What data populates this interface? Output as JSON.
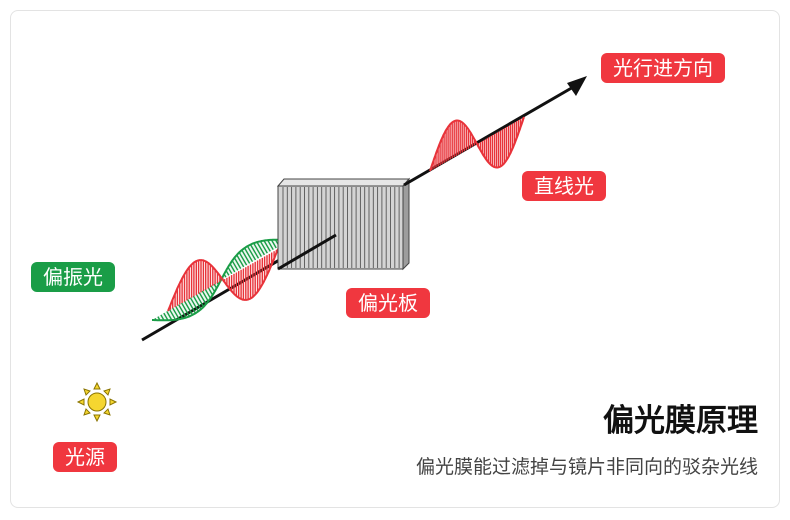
{
  "labels": {
    "direction": "光行进方向",
    "linear_light": "直线光",
    "polarizer": "偏光板",
    "polarized_light": "偏振光",
    "light_source": "光源"
  },
  "title": "偏光膜原理",
  "subtitle": "偏光膜能过滤掉与镜片非同向的驳杂光线",
  "colors": {
    "red_tag": "#f0373f",
    "green_tag": "#1a9d47",
    "wave_red": "#e8333a",
    "wave_green": "#1a9d47",
    "sun": "#f5d630",
    "polarizer_face": "#d4d4d4"
  }
}
